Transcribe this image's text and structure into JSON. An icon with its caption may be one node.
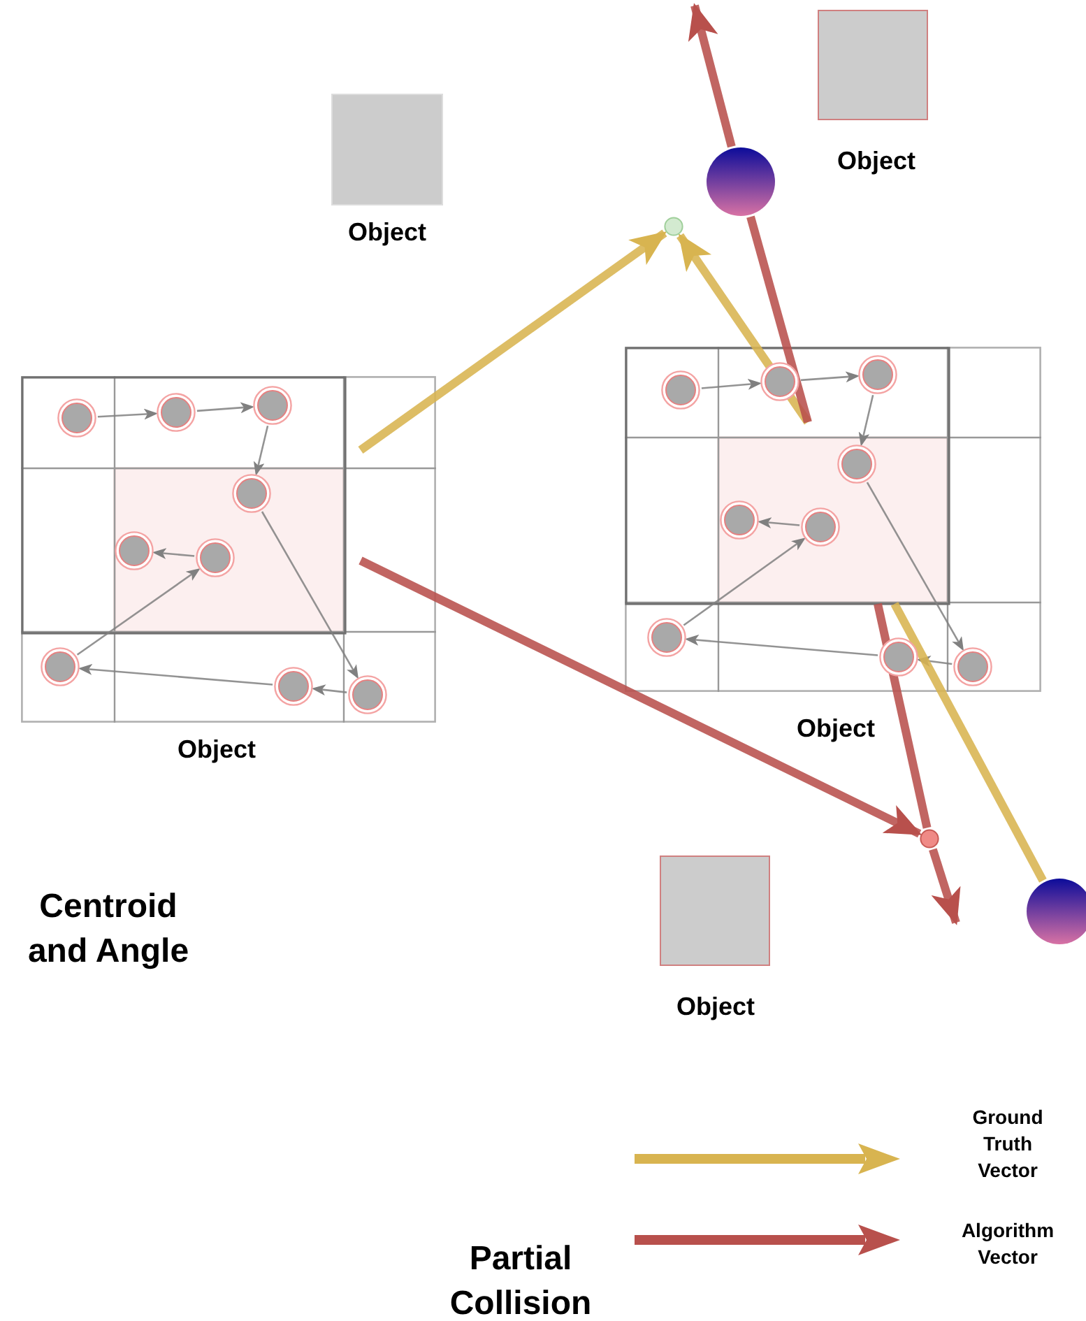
{
  "diagram": {
    "nodes": [
      {
        "text": [],
        "shape": "box",
        "beside": [
          "Object"
        ]
      },
      {
        "text": [],
        "shape": "circle"
      },
      {
        "text": [],
        "shape": "circle"
      },
      {
        "text": [],
        "shape": "box",
        "beside": [
          "Object"
        ]
      },
      {
        "text": [],
        "shape": "box",
        "beside": [
          "Object"
        ]
      },
      {
        "text": [],
        "shape": "circle",
        "in": 4
      },
      {
        "text": [],
        "shape": "circle",
        "in": 4
      },
      {
        "text": [],
        "shape": "circle",
        "in": 4
      },
      {
        "text": [],
        "shape": "circle",
        "in": 4
      },
      {
        "text": [],
        "shape": "circle",
        "in": 4
      },
      {
        "text": [],
        "shape": "circle",
        "in": 4
      },
      {
        "text": [],
        "shape": "circle",
        "in": 4
      },
      {
        "text": [],
        "shape": "circle",
        "in": 4
      },
      {
        "text": [],
        "shape": "circle",
        "in": 4
      },
      {
        "text": [],
        "shape": "box",
        "beside": [
          "Object"
        ]
      },
      {
        "text": [],
        "shape": "circle",
        "in": 14
      },
      {
        "text": [],
        "shape": "circle",
        "in": 14
      },
      {
        "text": [],
        "shape": "circle",
        "in": 14
      },
      {
        "text": [],
        "shape": "circle",
        "in": 14
      },
      {
        "text": [],
        "shape": "circle",
        "in": 14
      },
      {
        "text": [],
        "shape": "circle",
        "in": 14
      },
      {
        "text": [],
        "shape": "circle",
        "in": 14
      },
      {
        "text": [],
        "shape": "circle",
        "in": 14
      },
      {
        "text": [],
        "shape": "circle",
        "in": 14
      },
      {
        "text": [],
        "shape": "circle"
      },
      {
        "text": [],
        "shape": "circle"
      },
      {
        "text": [],
        "shape": "box",
        "beside": [
          "Object"
        ]
      }
    ],
    "edges": [
      {
        "from": 5,
        "to": 6,
        "arrow": "to"
      },
      {
        "from": 6,
        "to": 7,
        "arrow": "to"
      },
      {
        "from": 7,
        "to": 8,
        "arrow": "to"
      },
      {
        "from": 8,
        "to": 13,
        "arrow": "to"
      },
      {
        "from": 13,
        "to": 12,
        "arrow": "to"
      },
      {
        "from": 12,
        "to": 11,
        "arrow": "to"
      },
      {
        "from": 11,
        "to": 10,
        "arrow": "to"
      },
      {
        "from": 10,
        "to": 9,
        "arrow": "to"
      },
      {
        "from": 15,
        "to": 16,
        "arrow": "to"
      },
      {
        "from": 16,
        "to": 17,
        "arrow": "to"
      },
      {
        "from": 17,
        "to": 18,
        "arrow": "to"
      },
      {
        "from": 18,
        "to": 23,
        "arrow": "to"
      },
      {
        "from": 23,
        "to": 22,
        "arrow": "to"
      },
      {
        "from": 22,
        "to": 21,
        "arrow": "to"
      },
      {
        "from": 21,
        "to": 20,
        "arrow": "to"
      },
      {
        "from": 20,
        "to": 19,
        "arrow": "to"
      },
      {
        "from": null,
        "to": 1,
        "arrow": "to",
        "style": "thick",
        "color": "#d8b450"
      },
      {
        "from": null,
        "to": 1,
        "arrow": "to",
        "style": "thick",
        "color": "#d8b450"
      },
      {
        "from": null,
        "to": 2,
        "arrow": "none",
        "style": "thick",
        "color": "#b8504c"
      },
      {
        "from": 2,
        "to": null,
        "arrow": "to",
        "style": "thick",
        "color": "#b8504c"
      },
      {
        "from": null,
        "to": 24,
        "arrow": "to",
        "style": "thick",
        "color": "#b8504c"
      },
      {
        "from": null,
        "to": 24,
        "arrow": "none",
        "style": "thick",
        "color": "#b8504c"
      },
      {
        "from": 24,
        "to": null,
        "arrow": "to",
        "style": "thick",
        "color": "#b8504c"
      },
      {
        "from": null,
        "to": 25,
        "arrow": "none",
        "style": "thick",
        "color": "#d8b450"
      }
    ],
    "labels": [
      "Centroid and Angle",
      "Partial Collision"
    ],
    "legend": [
      {
        "text": "Ground Truth Vector"
      },
      {
        "text": "Algorithm Vector"
      }
    ]
  }
}
